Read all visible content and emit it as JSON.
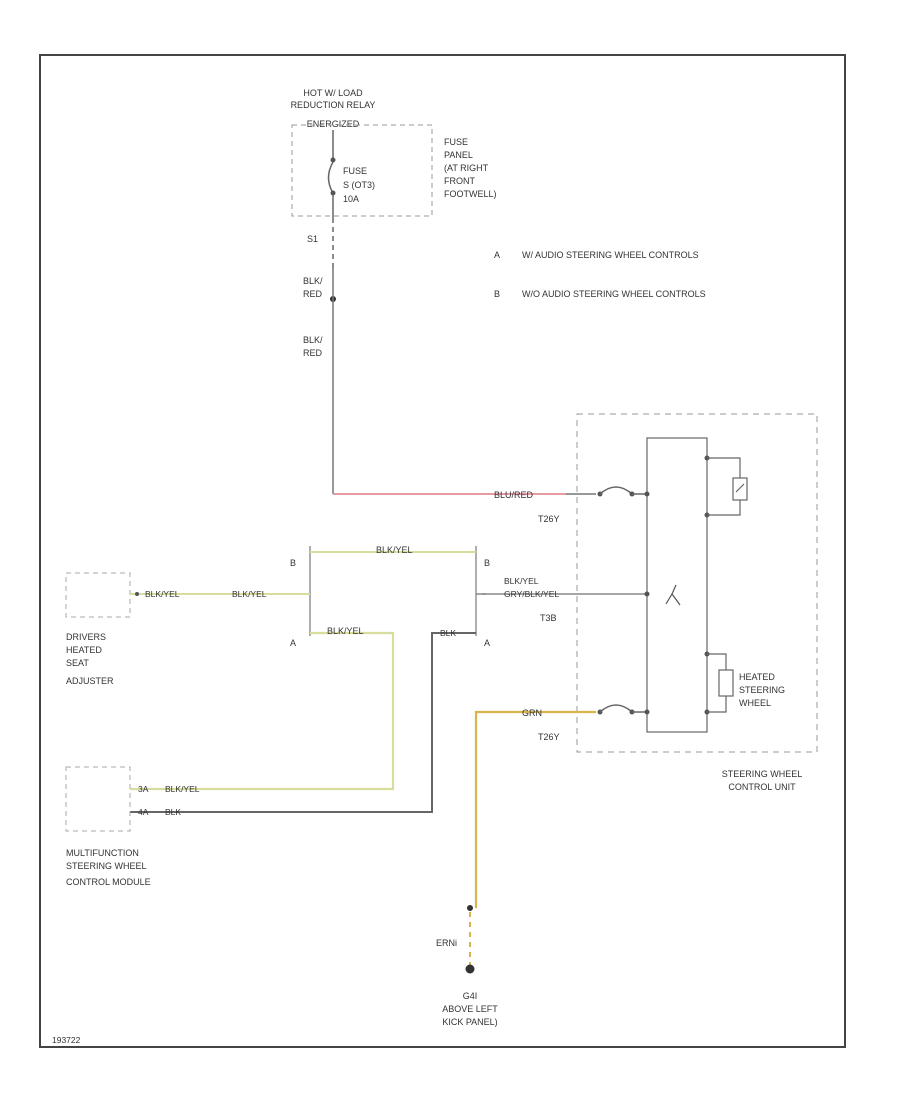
{
  "relay": {
    "line1": "HOT W/ LOAD",
    "line2": "REDUCTION RELAY",
    "line3": "ENERGIZED"
  },
  "fuse": {
    "line1": "FUSE",
    "line2": "S (OT3)",
    "line3": "10A"
  },
  "fuse_panel": {
    "line1": "FUSE",
    "line2": "PANEL",
    "line3": "(AT RIGHT",
    "line4": "FRONT",
    "line5": "FOOTWELL)"
  },
  "terminals": {
    "fuse_out": "S1",
    "t26_top": "T26Y",
    "t26_mid": "T3B",
    "t26_bot": "T26Y",
    "ground_pin": "ERNi"
  },
  "legend": {
    "a": {
      "key": "A",
      "text": "W/ AUDIO STEERING WHEEL CONTROLS"
    },
    "b": {
      "key": "B",
      "text": "W/O AUDIO STEERING WHEEL CONTROLS"
    }
  },
  "wires": {
    "blk_red_top_1": "BLK/",
    "blk_red_top_2": "RED",
    "blk_red_bot_1": "BLK/",
    "blk_red_bot_2": "RED",
    "blu_red_label": "BLU/RED",
    "seat_left": "BLK/YEL",
    "seat_right": "BLK/YEL",
    "b_top": "BLK/YEL",
    "a_bottom": "BLK/YEL",
    "a_black": "BLK",
    "ctrl_mid_1": "BLK/YEL",
    "ctrl_mid_2": "GRY/BLK/YEL",
    "grn_lbl": "GRN",
    "mf_top": "BLK/YEL",
    "mf_bot": "BLK"
  },
  "pins": {
    "mf_top": "3A",
    "mf_bot": "4A"
  },
  "splice": {
    "b_left": "B",
    "a_left": "A",
    "b_right": "B",
    "a_right": "A"
  },
  "components": {
    "seat": {
      "line1": "DRIVERS",
      "line2": "HEATED",
      "line3": "SEAT",
      "line4": "ADJUSTER"
    },
    "mf": {
      "line1": "MULTIFUNCTION",
      "line2": "STEERING WHEEL",
      "line3": "CONTROL MODULE"
    },
    "heated": {
      "line1": "HEATED",
      "line2": "STEERING",
      "line3": "WHEEL"
    },
    "swcu": {
      "line1": "STEERING WHEEL",
      "line2": "CONTROL UNIT"
    },
    "ground": {
      "line1": "G4I",
      "line2": "ABOVE LEFT",
      "line3": "KICK PANEL)"
    }
  },
  "footer": "193722"
}
